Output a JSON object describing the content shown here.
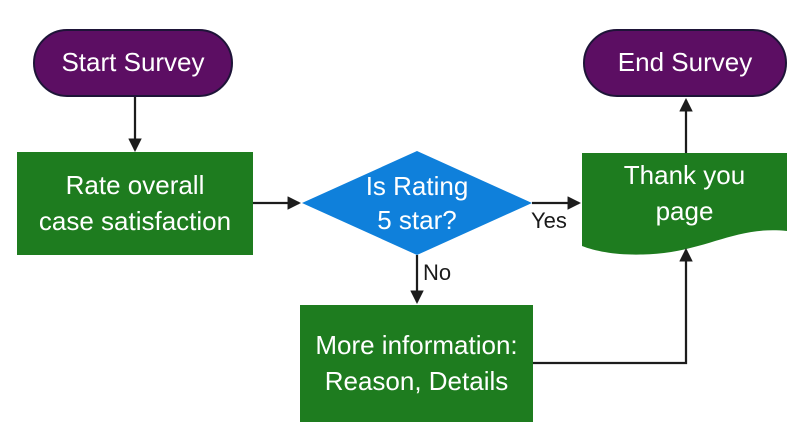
{
  "diagram": {
    "nodes": {
      "start": {
        "shape": "terminator",
        "label": "Start Survey"
      },
      "rate": {
        "shape": "process",
        "line1": "Rate overall",
        "line2": "case satisfaction"
      },
      "decision": {
        "shape": "decision",
        "line1": "Is Rating",
        "line2": "5 star?"
      },
      "more_info": {
        "shape": "process",
        "line1": "More information:",
        "line2": "Reason, Details"
      },
      "thank_you": {
        "shape": "document",
        "line1": "Thank you",
        "line2": "page"
      },
      "end": {
        "shape": "terminator",
        "label": "End Survey"
      }
    },
    "edge_labels": {
      "yes": "Yes",
      "no": "No"
    },
    "colors": {
      "terminator_fill": "#5C0E63",
      "terminator_border": "#1E1438",
      "process_fill": "#1E7C1F",
      "decision_fill": "#0F80DB",
      "document_fill": "#1E7C1F",
      "arrow": "#1C1C1C",
      "node_text": "#FFFFFF",
      "edge_label_text": "#1A1A1A",
      "background": "#FFFFFF"
    }
  }
}
